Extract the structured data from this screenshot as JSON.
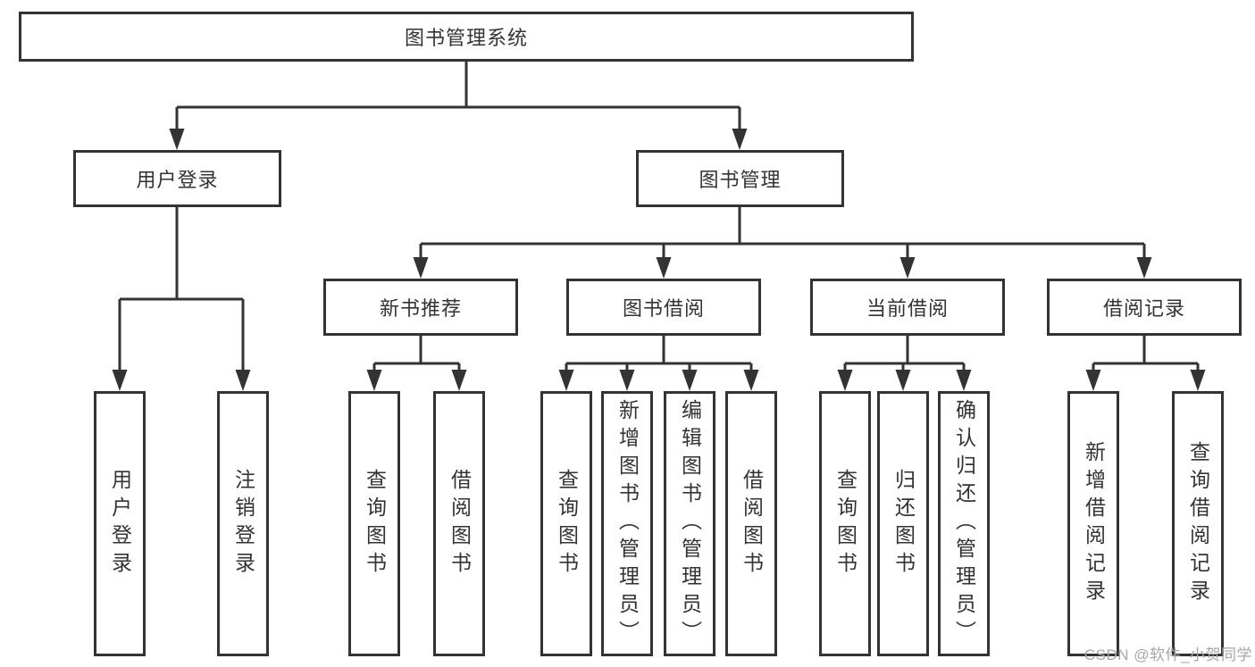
{
  "diagram": {
    "title_node": "图书管理系统",
    "tree": {
      "root": {
        "label": "图书管理系统"
      },
      "level2": [
        {
          "label": "用户登录"
        },
        {
          "label": "图书管理"
        }
      ],
      "level3": [
        {
          "label": "新书推荐"
        },
        {
          "label": "图书借阅"
        },
        {
          "label": "当前借阅"
        },
        {
          "label": "借阅记录"
        }
      ],
      "leaves": {
        "user_login": [
          "用户登录",
          "注销登录"
        ],
        "new_book": [
          "查询图书",
          "借阅图书"
        ],
        "book_borrow": [
          "查询图书",
          "新增图书（管理员）",
          "编辑图书（管理员）",
          "借阅图书"
        ],
        "current_borrow": [
          "查询图书",
          "归还图书",
          "确认归还（管理员）"
        ],
        "borrow_records": [
          "新增借阅记录",
          "查询借阅记录"
        ]
      }
    },
    "colors": {
      "line": "#333333",
      "box_border": "#333333",
      "text": "#333333",
      "background": "#ffffff",
      "watermark": "#a6a6a6"
    }
  },
  "watermark": {
    "text": "CSDN @软件_小贺同学"
  }
}
